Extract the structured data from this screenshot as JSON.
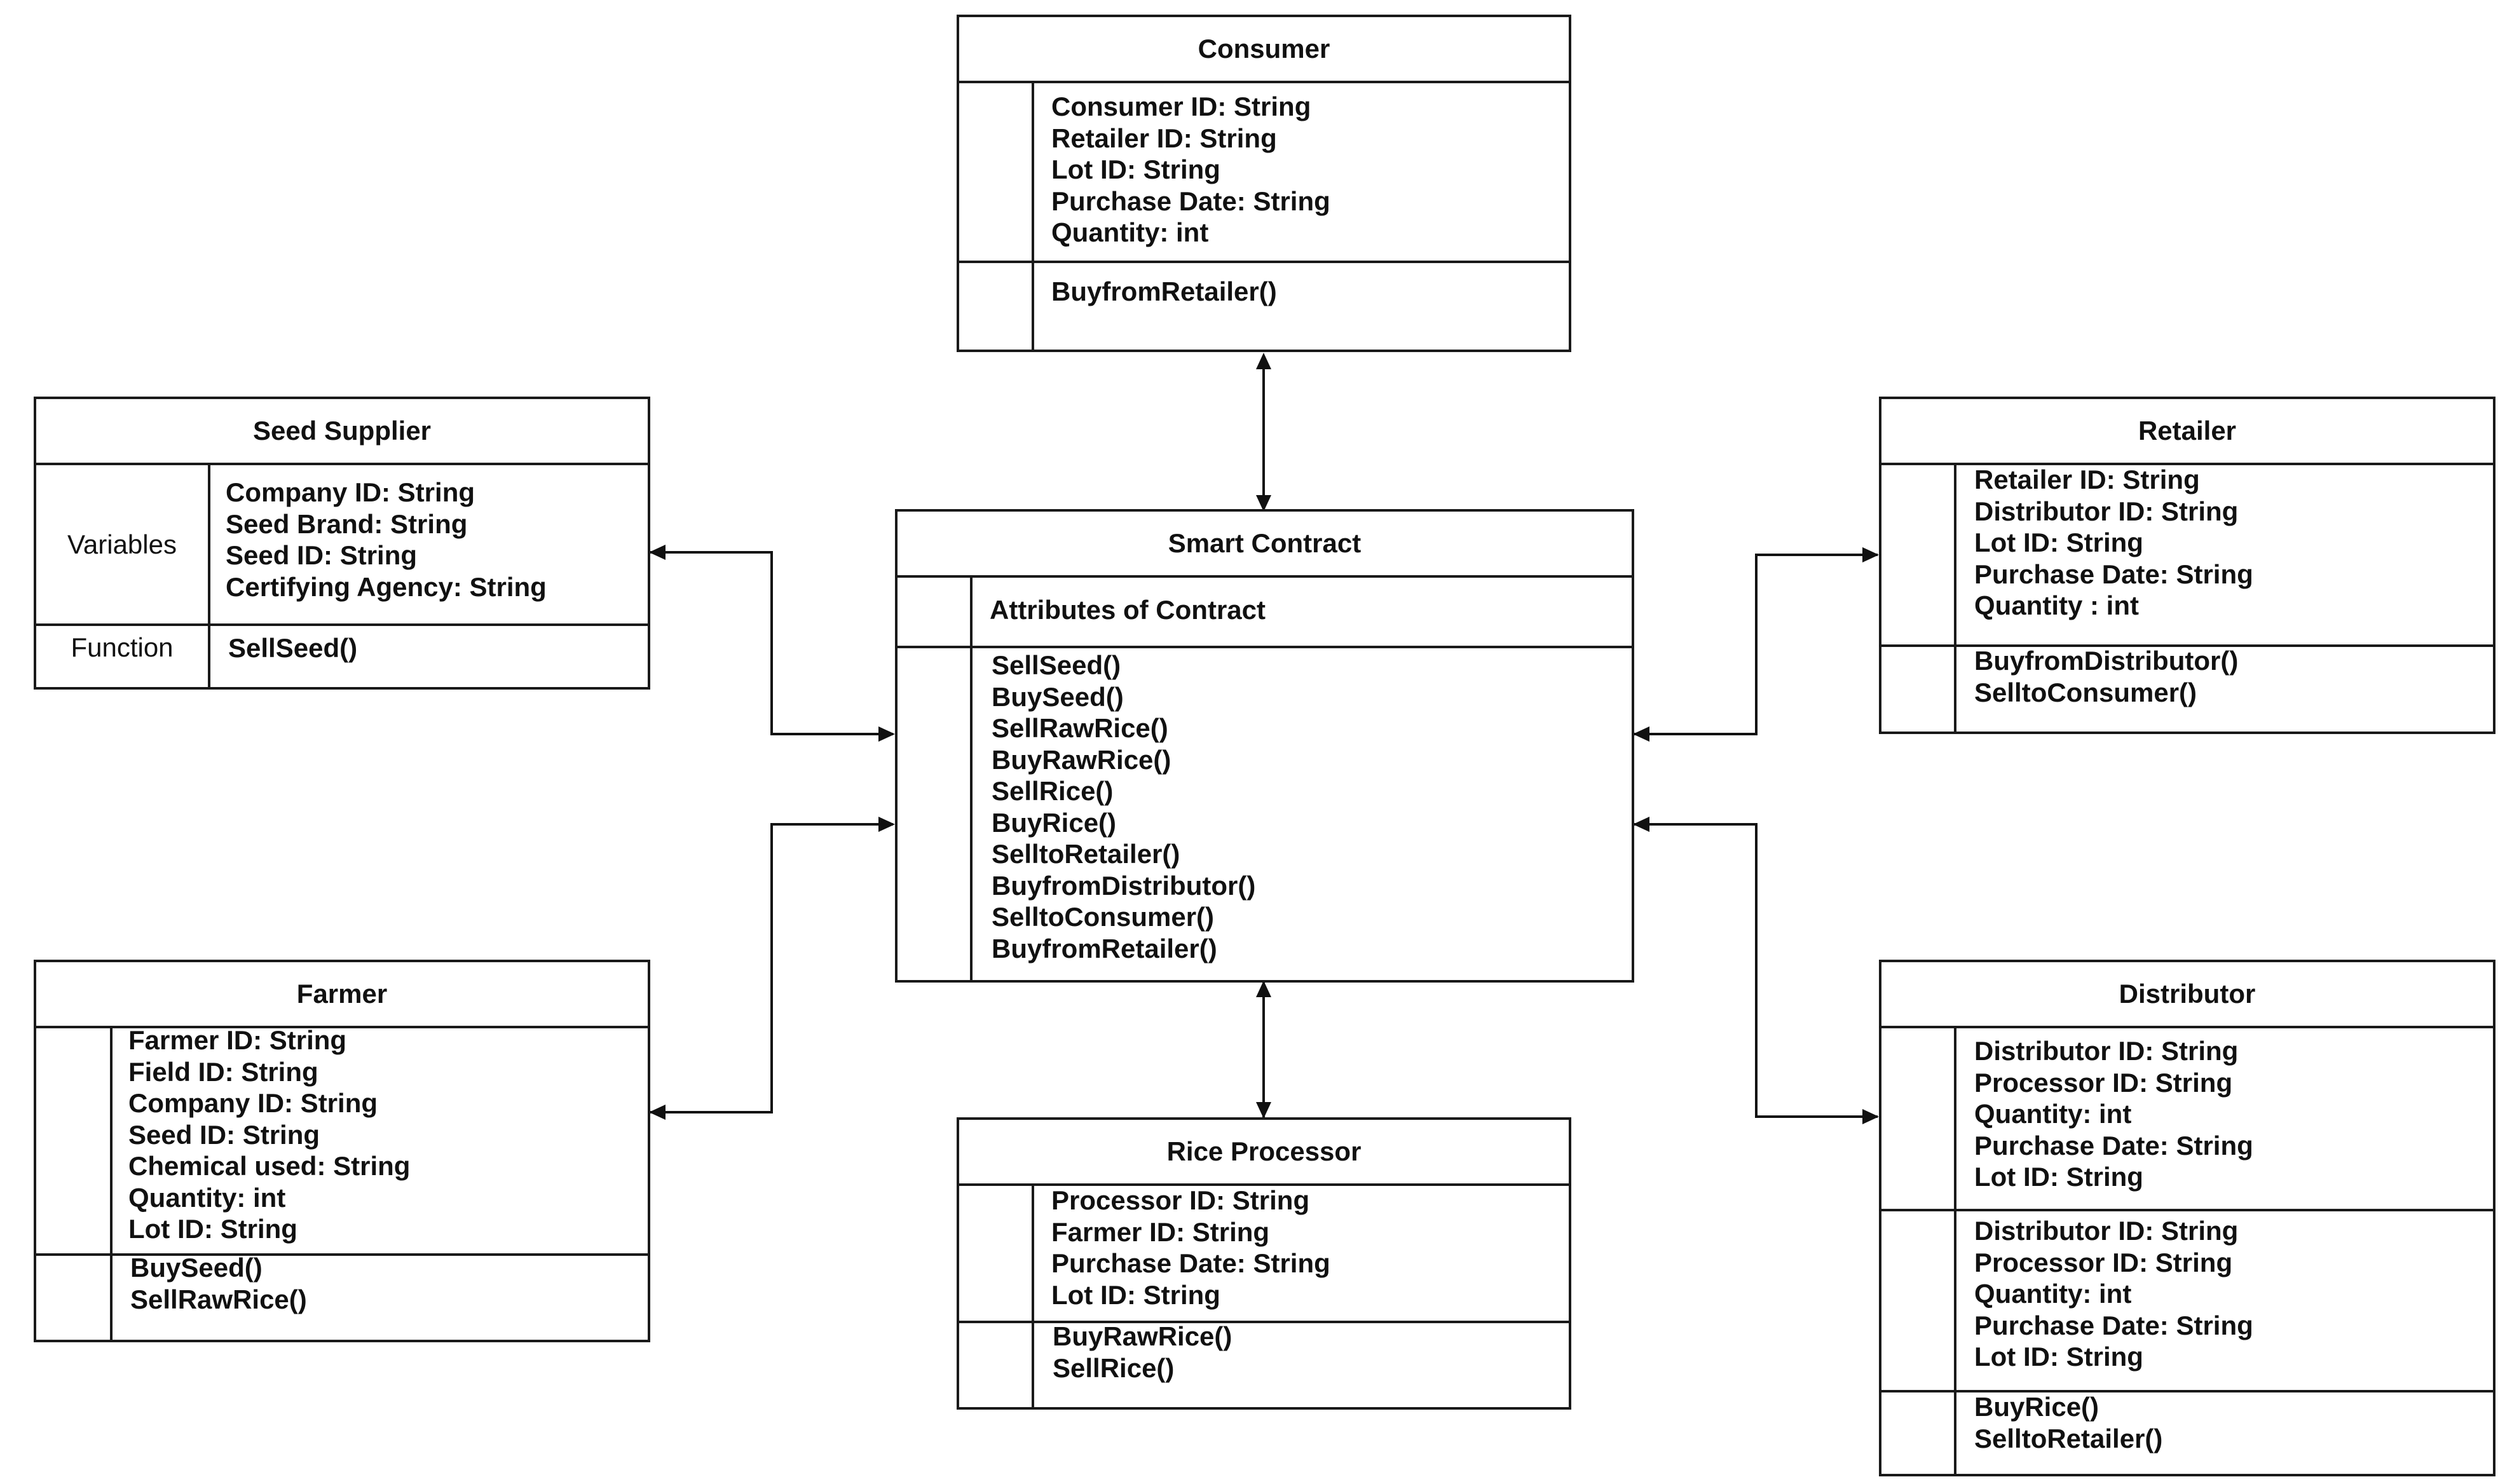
{
  "consumer": {
    "title": "Consumer",
    "attributes": [
      "Consumer ID: String",
      "Retailer ID: String",
      "Lot ID: String",
      "Purchase Date: String",
      "Quantity: int"
    ],
    "methods": [
      "BuyfromRetailer()"
    ]
  },
  "seed_supplier": {
    "title": "Seed Supplier",
    "variables_label": "Variables",
    "function_label": "Function",
    "attributes": [
      "Company ID: String",
      "Seed Brand: String",
      "Seed ID: String",
      "Certifying Agency: String"
    ],
    "methods": [
      "SellSeed()"
    ]
  },
  "smart_contract": {
    "title": "Smart Contract",
    "attributes_label": "Attributes of Contract",
    "methods": [
      "SellSeed()",
      "BuySeed()",
      "SellRawRice()",
      "BuyRawRice()",
      "SellRice()",
      "BuyRice()",
      "SelltoRetailer()",
      "BuyfromDistributor()",
      "SelltoConsumer()",
      "BuyfromRetailer()"
    ]
  },
  "retailer": {
    "title": "Retailer",
    "attributes": [
      "Retailer ID: String",
      "Distributor ID: String",
      "Lot ID: String",
      "Purchase Date: String",
      "Quantity : int"
    ],
    "methods": [
      "BuyfromDistributor()",
      "SelltoConsumer()"
    ]
  },
  "farmer": {
    "title": "Farmer",
    "attributes": [
      "Farmer ID: String",
      "Field ID: String",
      "Company ID: String",
      "Seed ID: String",
      "Chemical used: String",
      "Quantity: int",
      "Lot ID: String"
    ],
    "methods": [
      "BuySeed()",
      "SellRawRice()"
    ]
  },
  "rice_processor": {
    "title": "Rice Processor",
    "attributes": [
      "Processor ID: String",
      "Farmer ID: String",
      "Purchase Date: String",
      "Lot ID: String"
    ],
    "methods": [
      "BuyRawRice()",
      "SellRice()"
    ]
  },
  "distributor": {
    "title": "Distributor",
    "attributes": [
      "Distributor ID: String",
      "Processor ID: String",
      "Quantity: int",
      "Purchase Date: String",
      "Lot ID: String"
    ],
    "attributes2": [
      "Distributor ID: String",
      "Processor ID: String",
      "Quantity: int",
      "Purchase Date: String",
      "Lot ID: String"
    ],
    "methods": [
      "BuyRice()",
      "SelltoRetailer()"
    ]
  }
}
